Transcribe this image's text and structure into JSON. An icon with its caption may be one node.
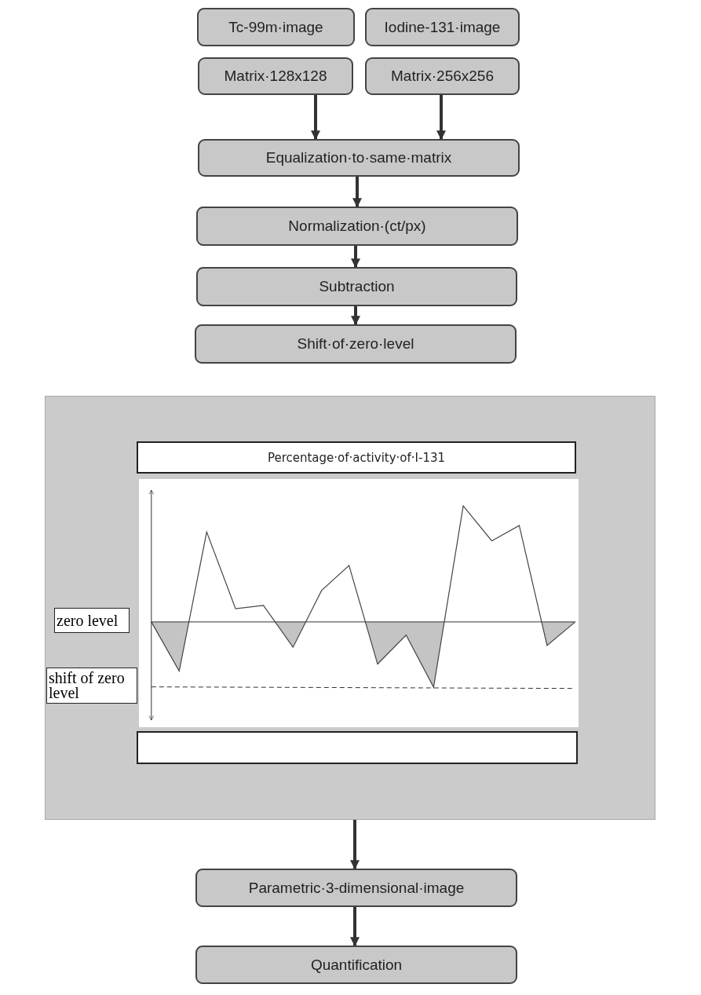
{
  "diagram": {
    "nodes": [
      {
        "text": [
          "Tc-99m·image"
        ]
      },
      {
        "text": [
          "Iodine-131·image"
        ]
      },
      {
        "text": [
          "Matrix·128x128"
        ]
      },
      {
        "text": [
          "Matrix·256x256"
        ]
      },
      {
        "text": [
          "Equalization·to·same·matrix"
        ]
      },
      {
        "text": [
          "Normalization·(ct/px)"
        ]
      },
      {
        "text": [
          "Subtraction"
        ]
      },
      {
        "text": [
          "Shift·of·zero·level"
        ]
      },
      {
        "text": [],
        "shape": "box"
      },
      {
        "text": [
          "Percentage·of·activity·of·I-131"
        ],
        "in": 8
      },
      {
        "text": [],
        "shape": "picture",
        "in": 8
      },
      {
        "text": [],
        "shape": "box",
        "in": 8
      },
      {
        "text": [
          "zero level"
        ],
        "in": 8
      },
      {
        "text": [
          "shift of zero level"
        ],
        "in": 8
      },
      {
        "text": [
          "Parametric·3-dimensional·image"
        ]
      },
      {
        "text": [
          "Quantification"
        ]
      }
    ],
    "edges": [
      {
        "from": 2,
        "to": 4,
        "arrow": "to"
      },
      {
        "from": 3,
        "to": 4,
        "arrow": "to"
      },
      {
        "from": 4,
        "to": 5,
        "arrow": "to"
      },
      {
        "from": 5,
        "to": 6,
        "arrow": "to"
      },
      {
        "from": 6,
        "to": 7,
        "arrow": "to"
      },
      {
        "from": 8,
        "to": 14,
        "arrow": "to"
      },
      {
        "from": 14,
        "to": 15,
        "arrow": "to"
      }
    ]
  }
}
